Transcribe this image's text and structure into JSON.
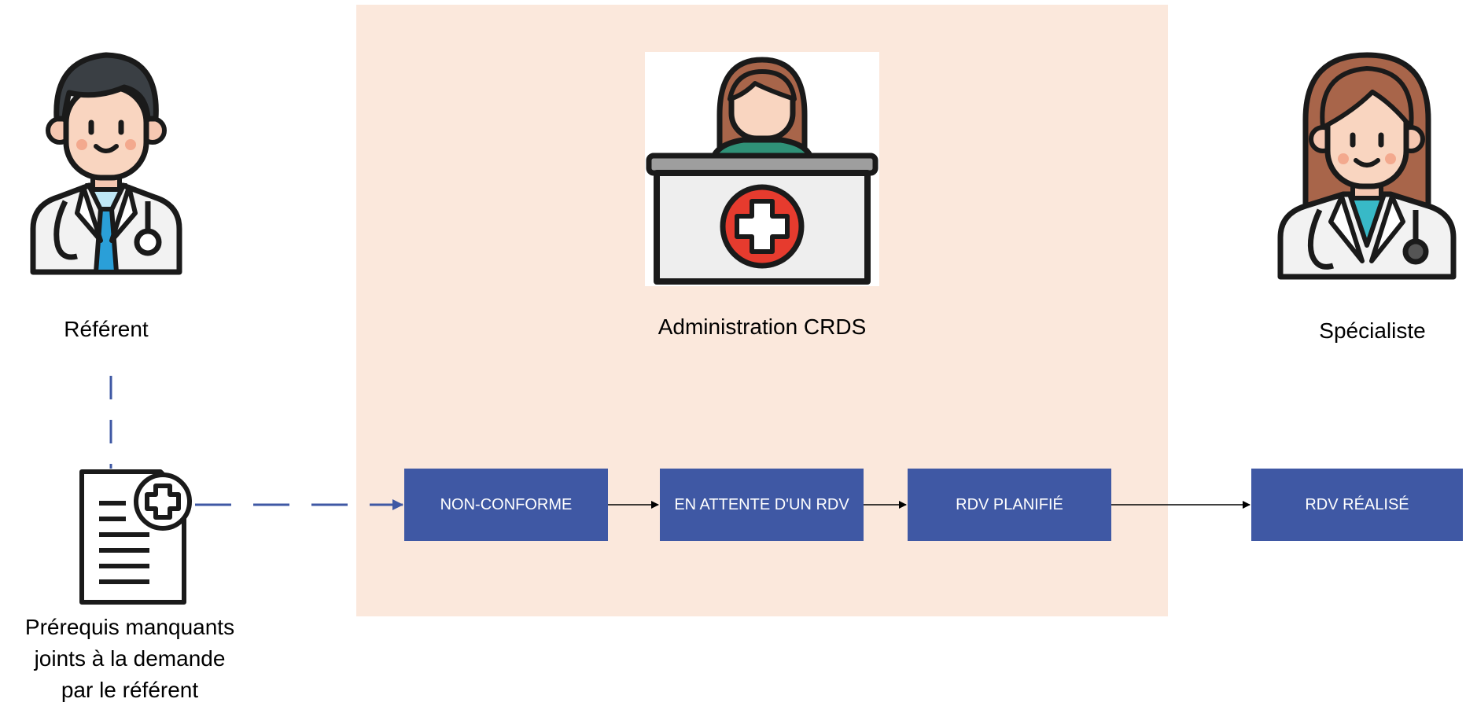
{
  "zones": {
    "admin_background_color": "#fbe8dc"
  },
  "actors": {
    "referent": {
      "label": "Référent",
      "icon": "male-doctor-icon"
    },
    "admin": {
      "label": "Administration CRDS",
      "icon": "reception-desk-icon"
    },
    "specialist": {
      "label": "Spécialiste",
      "icon": "female-doctor-icon"
    }
  },
  "document": {
    "icon": "medical-document-icon",
    "label_lines": [
      "Prérequis manquants",
      "joints à la demande",
      "par le référent"
    ]
  },
  "statuses": [
    {
      "label": "NON-CONFORME"
    },
    {
      "label": "EN ATTENTE D'UN RDV"
    },
    {
      "label": "RDV PLANIFIÉ"
    },
    {
      "label": "RDV RÉALISÉ"
    }
  ],
  "colors": {
    "status_box": "#3f58a4",
    "status_text": "#ffffff",
    "dashed_connector": "#3f58a4",
    "arrow": "#000000"
  }
}
